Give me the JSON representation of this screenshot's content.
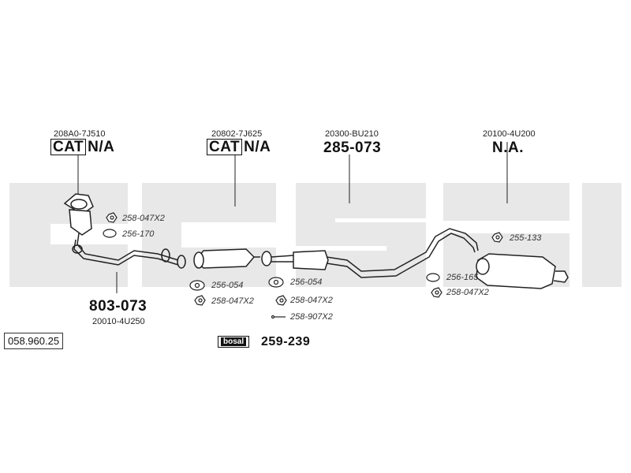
{
  "groups": [
    {
      "oe": "208A0-7J510",
      "cat": "CAT",
      "main": "N/A"
    },
    {
      "oe": "20802-7J625",
      "cat": "CAT",
      "main": "N/A"
    },
    {
      "oe": "20300-BU210",
      "main": "285-073"
    },
    {
      "oe": "20100-4U200",
      "main": "N.A."
    }
  ],
  "front_pipe": {
    "main": "803-073",
    "oe": "20010-4U250"
  },
  "parts": {
    "p1": "258-047X2",
    "p2": "256-170",
    "p3": "256-054",
    "p4": "258-047X2",
    "p5": "256-054",
    "p6": "258-047X2",
    "p7": "258-907X2",
    "p8": "255-133",
    "p9": "256-165",
    "p10": "258-047X2"
  },
  "kit": {
    "logo": "bosal",
    "number": "259-239"
  },
  "reference": "058.960.25",
  "watermark": "bosal",
  "colors": {
    "watermark": "#e6e6e6",
    "line": "#222222"
  }
}
